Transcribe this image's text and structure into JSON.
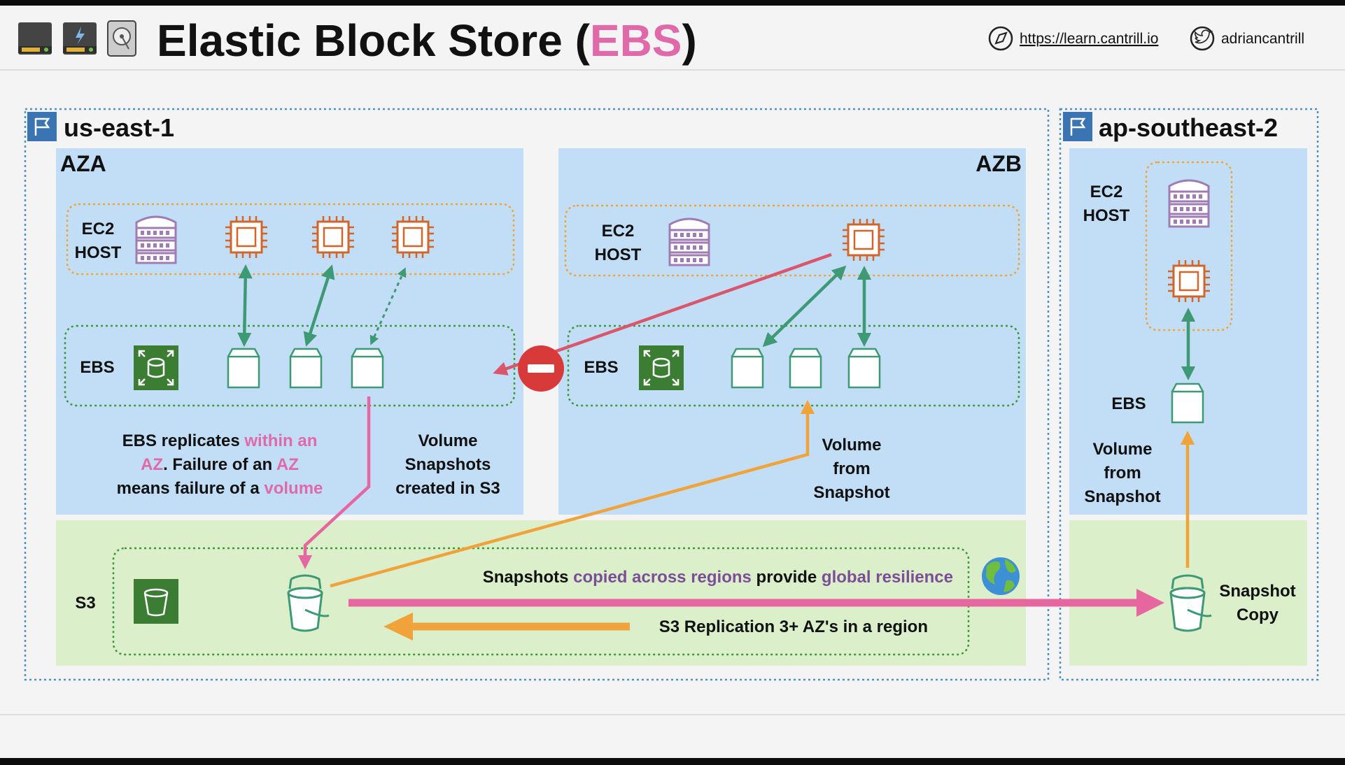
{
  "header": {
    "title_main": "Elastic Block Store (",
    "title_accent": "EBS",
    "title_end": ")",
    "link": "https://learn.cantrill.io",
    "handle": "adriancantrill"
  },
  "regions": {
    "east": "us-east-1",
    "southeast": "ap-southeast-2"
  },
  "azs": {
    "a": "AZA",
    "b": "AZB"
  },
  "labels": {
    "ec2_line1": "EC2",
    "ec2_line2": "HOST",
    "ebs": "EBS",
    "s3": "S3"
  },
  "notes": {
    "replicate": [
      [
        {
          "t": "EBS replicates ",
          "pink": false
        },
        {
          "t": "within an",
          "pink": true
        }
      ],
      [
        {
          "t": "AZ",
          "pink": true
        },
        {
          "t": ". Failure of an ",
          "pink": false
        },
        {
          "t": "AZ",
          "pink": true
        }
      ],
      [
        {
          "t": "means failure of a ",
          "pink": false
        },
        {
          "t": "volume",
          "pink": true
        }
      ]
    ],
    "snapshots_created": [
      "Volume",
      "Snapshots",
      "created in S3"
    ],
    "volume_from_snapshot": [
      "Volume",
      "from",
      "Snapshot"
    ],
    "global": [
      {
        "t": "Snapshots ",
        "style": "plain"
      },
      {
        "t": "copied across regions",
        "style": "purple"
      },
      {
        "t": " provide ",
        "style": "plain"
      },
      {
        "t": "global resilience",
        "style": "purple"
      }
    ],
    "replication": "S3 Replication 3+ AZ's in a region",
    "snapshot_copy": [
      "Snapshot",
      "Copy"
    ]
  },
  "colors": {
    "ebs_pink": "#e06aa9",
    "global_purple": "#7b4e97",
    "az_blue": "#c2def6",
    "s3_green": "#dcefcb",
    "arrow_green": "#3e9a74",
    "arrow_pink": "#e6679f",
    "arrow_red": "#d9566b",
    "arrow_orange": "#f0a33a",
    "chip_orange": "#d2652a",
    "server_purple": "#a07cb5",
    "aws_green": "#3c7d34",
    "flag_blue": "#3b74b3"
  }
}
